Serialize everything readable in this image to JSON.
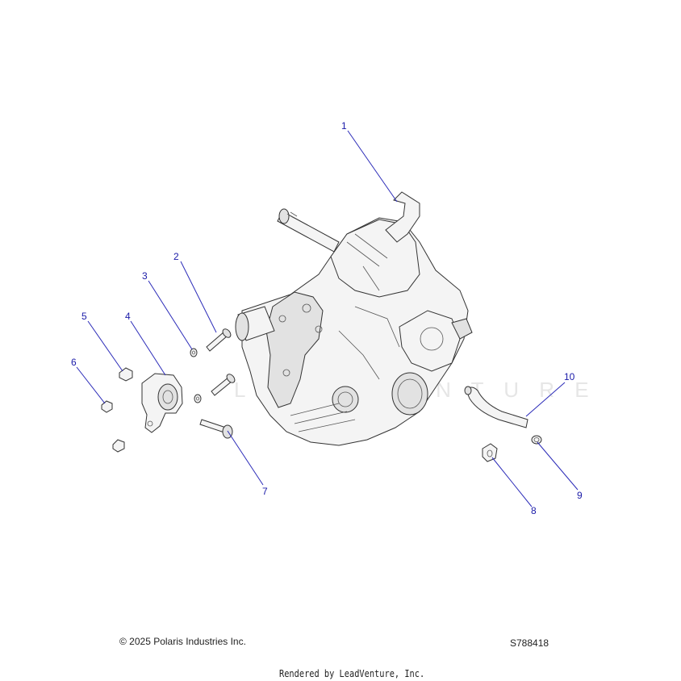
{
  "callouts": [
    {
      "number": "1"
    },
    {
      "number": "2"
    },
    {
      "number": "3"
    },
    {
      "number": "4"
    },
    {
      "number": "5"
    },
    {
      "number": "6"
    },
    {
      "number": "7"
    },
    {
      "number": "8"
    },
    {
      "number": "9"
    },
    {
      "number": "10"
    }
  ],
  "watermark": "L E A D V E N T U R E",
  "footer": {
    "copyright": "© 2025 Polaris Industries Inc.",
    "diagram_id": "S788418",
    "rendered_by": "Rendered by LeadVenture, Inc."
  },
  "colors": {
    "callout": "#1a1aa8",
    "leader": "#2a2ab8",
    "line_art": "#333333"
  }
}
